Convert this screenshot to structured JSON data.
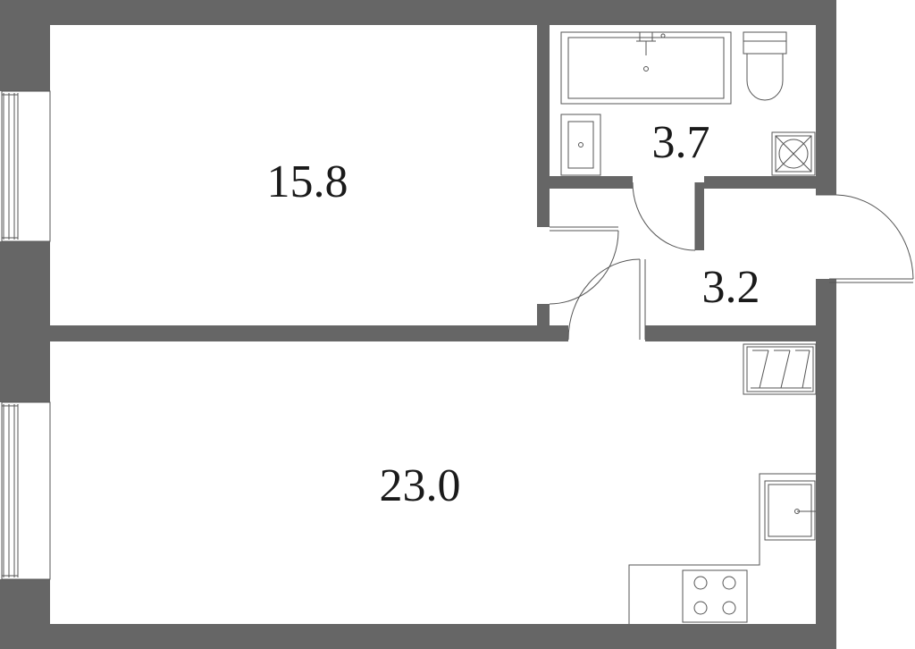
{
  "plan": {
    "wall_color": "#666666",
    "fixture_color": "#555555",
    "rooms": [
      {
        "id": "bedroom",
        "area": "15.8"
      },
      {
        "id": "bathroom",
        "area": "3.7"
      },
      {
        "id": "hallway",
        "area": "3.2"
      },
      {
        "id": "living-kitchen",
        "area": "23.0"
      }
    ]
  }
}
